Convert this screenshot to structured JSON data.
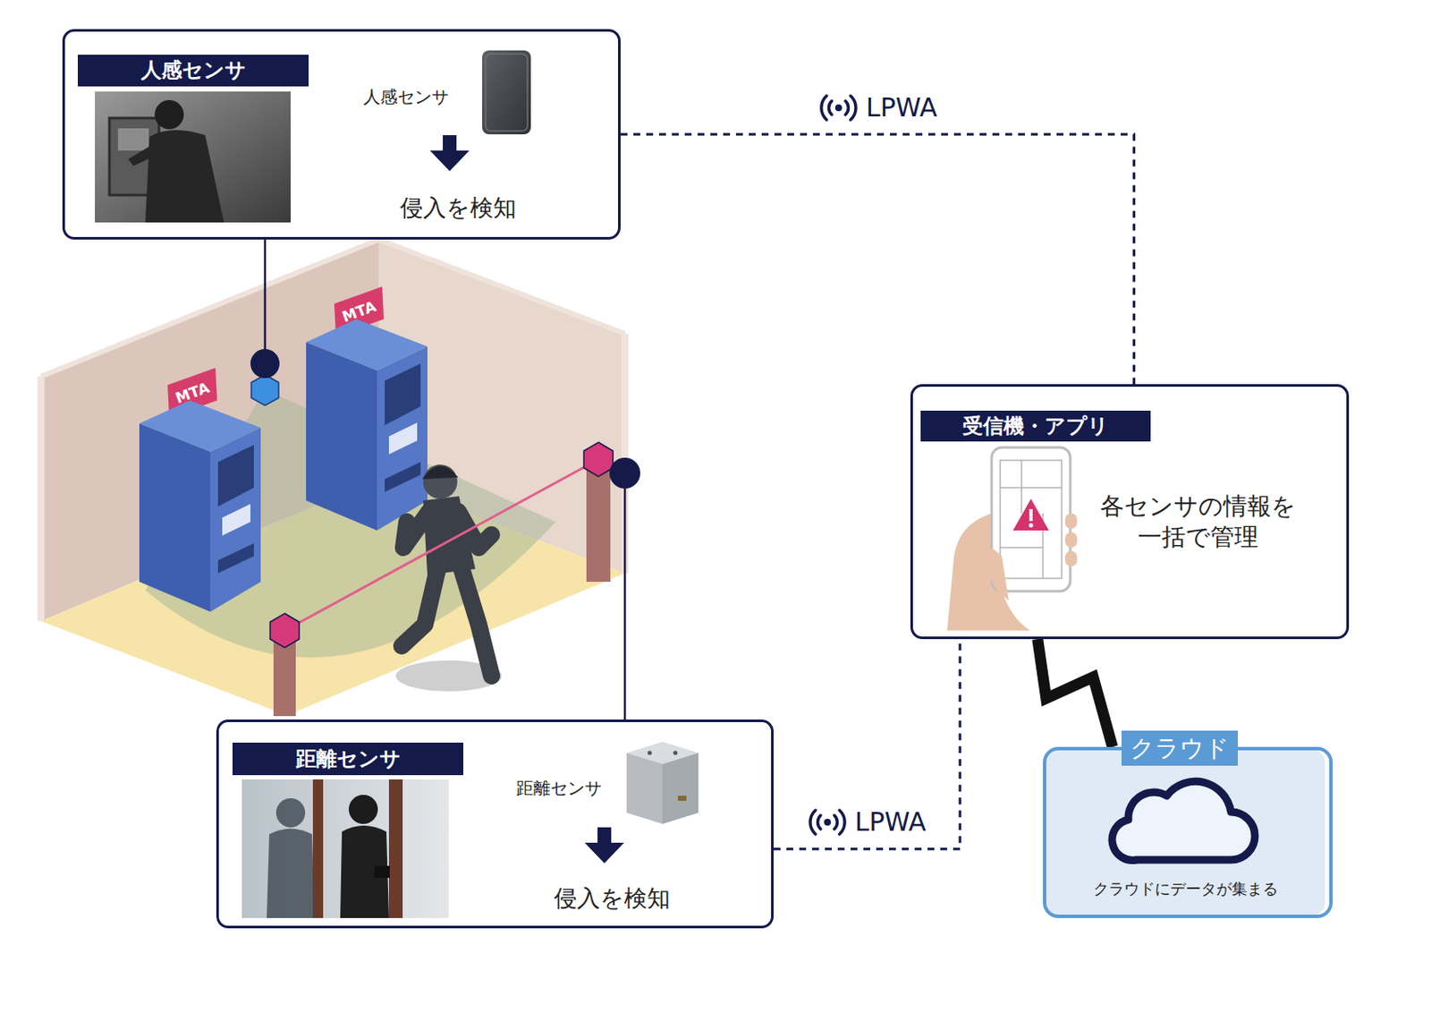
{
  "diagram": {
    "nodes": [
      {
        "text": [
          "人感センサ",
          "人感センサ",
          "侵入を検知"
        ]
      },
      {
        "text": [
          "受信機・アプリ",
          "各センサの情報を 一括で管理"
        ]
      },
      {
        "text": [
          "距離センサ",
          "距離センサ",
          "侵入を検知"
        ]
      },
      {
        "text": [
          "クラウド",
          "クラウドにデータが集まる"
        ]
      }
    ],
    "edges": [
      {
        "from": 0,
        "to": 1,
        "label": "LPWA",
        "arrow": "none"
      },
      {
        "from": 2,
        "to": 1,
        "label": "LPWA",
        "arrow": "none"
      },
      {
        "from": 1,
        "to": 3,
        "arrow": "none"
      }
    ],
    "labels": [
      "MTA",
      "MTA"
    ]
  }
}
